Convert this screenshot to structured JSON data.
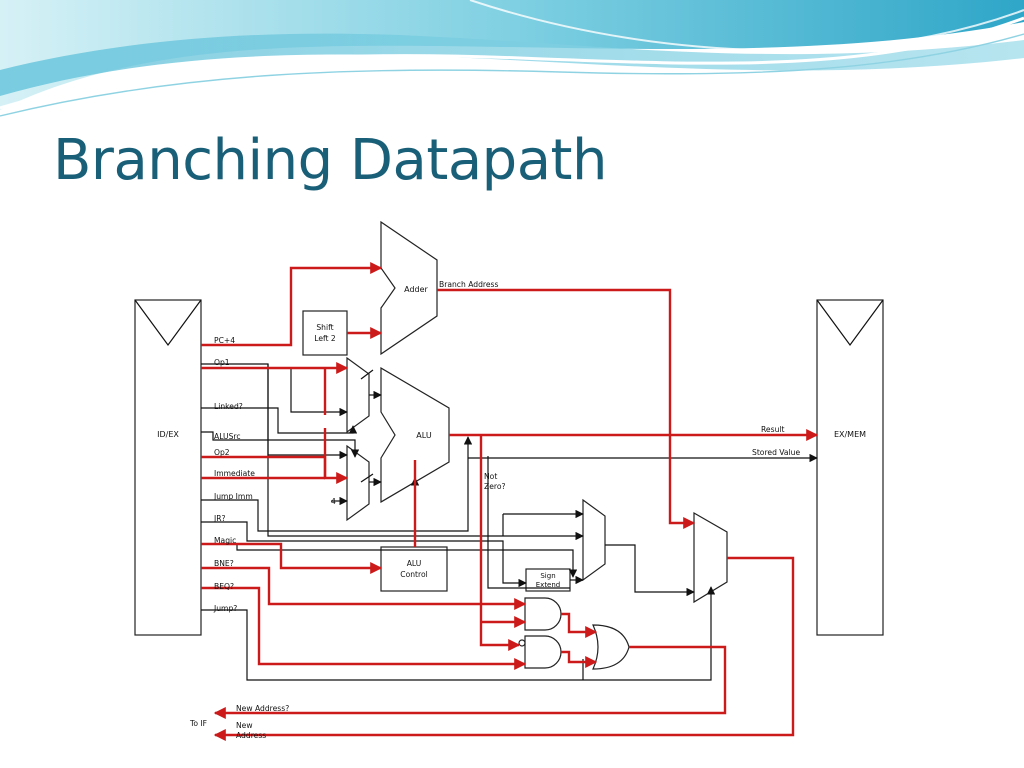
{
  "slide": {
    "title": "Branching Datapath"
  },
  "colors": {
    "title": "#1a5f78",
    "control_wire": "#cc1a1a",
    "data_wire": "#111111",
    "banner_light": "#b8e4ee",
    "banner_dark": "#3aaccc"
  },
  "diagram": {
    "registers": {
      "id_ex": "ID/EX",
      "ex_mem": "EX/MEM"
    },
    "id_ex_signals": {
      "pc4": "PC+4",
      "op1": "Op1",
      "linked": "Linked?",
      "alusrc": "ALUSrc",
      "op2": "Op2",
      "immediate": "Immediate",
      "jump_imm": "Jump Imm",
      "jr": "JR?",
      "magic": "Magic",
      "bne": "BNE?",
      "beq": "BEQ?",
      "jump": "Jump?"
    },
    "blocks": {
      "adder": "Adder",
      "shift_left": [
        "Shift",
        "Left 2"
      ],
      "alu": "ALU",
      "alu_control": [
        "ALU",
        "Control"
      ],
      "sign_extend": [
        "Sign",
        "Extend"
      ]
    },
    "wires": {
      "branch_address": "Branch Address",
      "result": "Result",
      "stored_value": "Stored Value",
      "not_zero": [
        "Not",
        "Zero?"
      ],
      "const_four": "4",
      "to_if": "To IF",
      "new_address_q": "New Address?",
      "new_address": [
        "New",
        "Address"
      ]
    }
  }
}
